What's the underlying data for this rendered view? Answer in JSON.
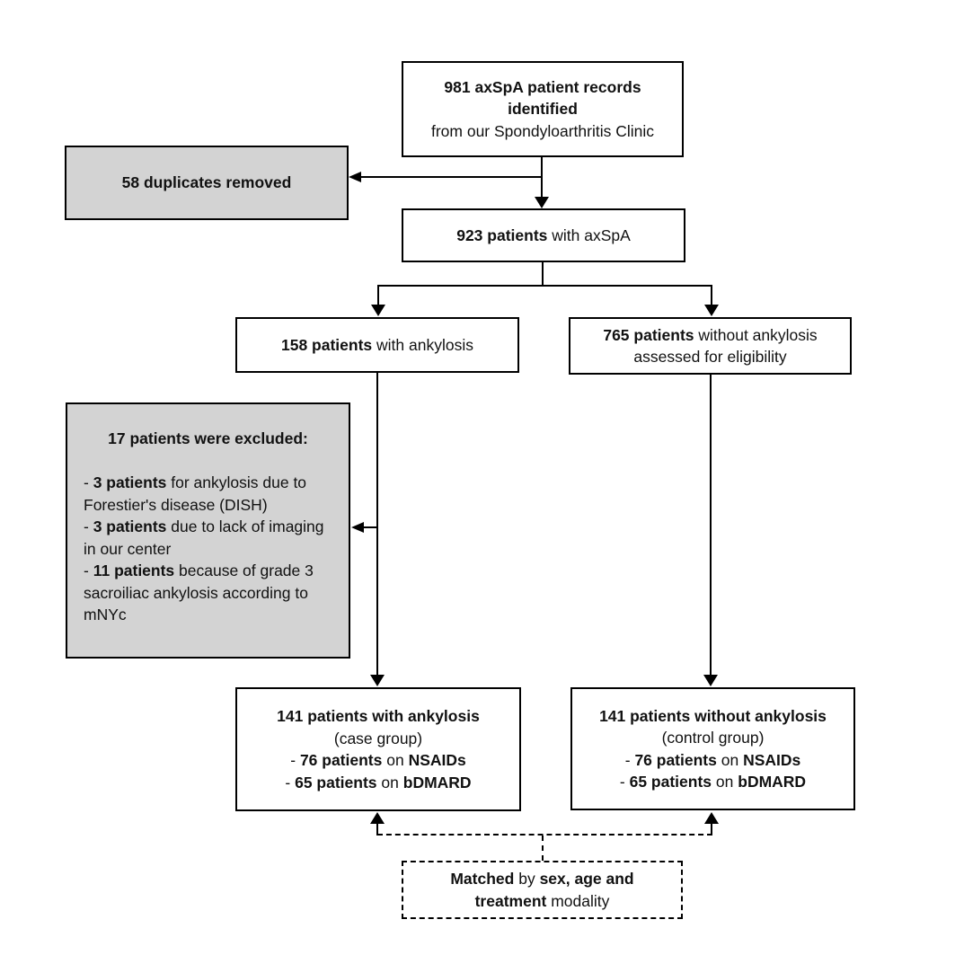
{
  "diagram_title": "axSpA patient selection flowchart",
  "colors": {
    "background": "#ffffff",
    "box_border": "#000000",
    "box_fill_white": "#ffffff",
    "box_fill_gray": "#d3d3d3",
    "connector": "#000000"
  },
  "boxes": {
    "identified": {
      "bold_line1": "981 axSpA patient records",
      "bold_line2": "identified",
      "normal_line3": "from our Spondyloarthritis Clinic"
    },
    "duplicates": {
      "bold": "58 duplicates removed"
    },
    "axspa": {
      "bold": "923 patients",
      "rest": " with axSpA"
    },
    "ankylosis": {
      "bold": "158 patients",
      "rest": " with ankylosis"
    },
    "no_ankylosis": {
      "bold": "765 patients",
      "rest": " without ankylosis",
      "line2": "assessed for eligibility"
    },
    "excluded": {
      "title": "17 patients were excluded:",
      "items": [
        {
          "pre": "- ",
          "bold": "3 patients",
          "rest": " for ankylosis due to Forestier's disease (DISH)"
        },
        {
          "pre": "- ",
          "bold": "3 patients",
          "rest": " due to lack of imaging in our center"
        },
        {
          "pre": "- ",
          "bold": "11 patients",
          "rest": " because of grade 3 sacroiliac ankylosis according to mNYc"
        }
      ]
    },
    "case_group": {
      "title_bold": "141 patients with ankylosis",
      "subtitle": "(case group)",
      "items": [
        {
          "pre": "- ",
          "bold": "76 patients",
          "mid": " on ",
          "bold2": "NSAIDs"
        },
        {
          "pre": "- ",
          "bold": "65 patients",
          "mid": " on ",
          "bold2": "bDMARD"
        }
      ]
    },
    "control_group": {
      "title_bold": "141 patients without ankylosis",
      "subtitle": "(control group)",
      "items": [
        {
          "pre": "- ",
          "bold": "76 patients",
          "mid": " on ",
          "bold2": "NSAIDs"
        },
        {
          "pre": "- ",
          "bold": "65 patients",
          "mid": " on ",
          "bold2": "bDMARD"
        }
      ]
    },
    "matched": {
      "line1_bold1": "Matched",
      "line1_mid": " by ",
      "line1_bold2": "sex, age and",
      "line2_bold": "treatment",
      "line2_rest": " modality"
    }
  }
}
